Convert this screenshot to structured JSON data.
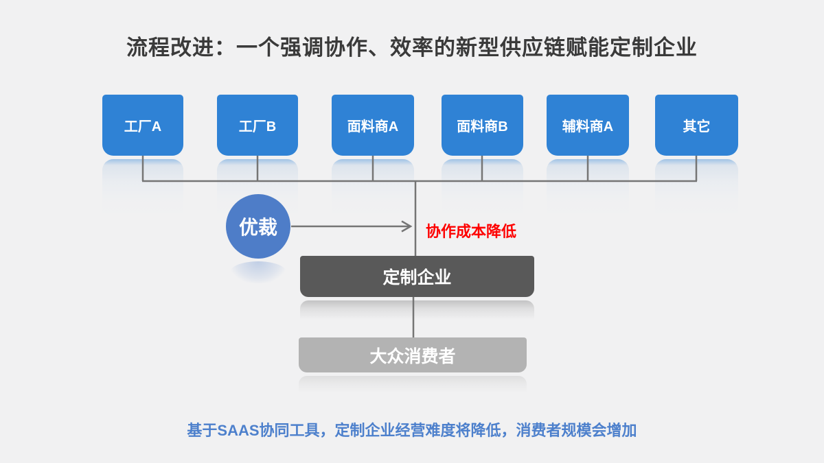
{
  "slide": {
    "title": "流程改进：一个强调协作、效率的新型供应链赋能定制企业",
    "suppliers": [
      {
        "label": "工厂A"
      },
      {
        "label": "工厂B"
      },
      {
        "label": "面料商A"
      },
      {
        "label": "面料商B"
      },
      {
        "label": "辅料商A"
      },
      {
        "label": "其它"
      }
    ],
    "hub": {
      "label": "优裁"
    },
    "benefit": {
      "label": "协作成本降低",
      "color": "#fe0000"
    },
    "enterprise": {
      "label": "定制企业",
      "color": "#595959"
    },
    "consumers": {
      "label": "大众消费者",
      "color": "#b3b3b3"
    },
    "footnote": {
      "label": "基于SAAS协同工具，定制企业经营难度将降低，消费者规模会增加",
      "color": "#4d80cc"
    },
    "colors": {
      "background": "#f1f1f2",
      "supplier_box": "#2f82d5",
      "hub_circle": "#4e7dc8",
      "connector": "#757575",
      "title_text": "#3a3a3a"
    }
  }
}
